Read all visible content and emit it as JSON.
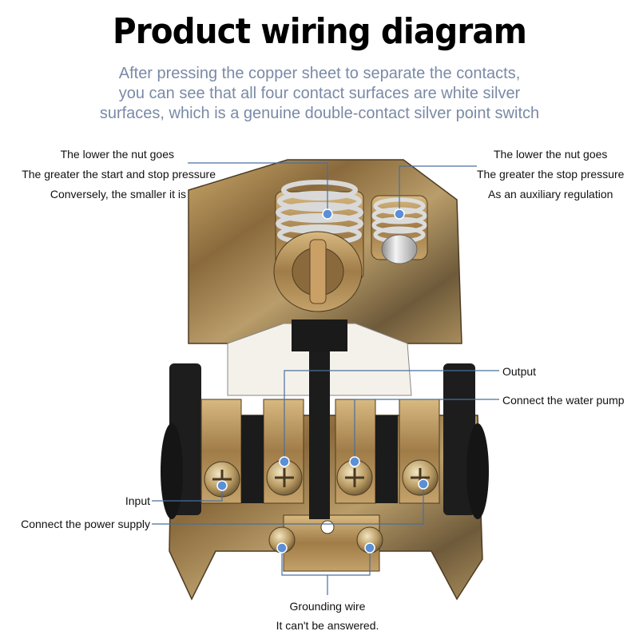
{
  "header": {
    "title": "Product wiring diagram",
    "subtitle_lines": [
      "After pressing the copper sheet to separate the contacts,",
      "you can see that all four contact surfaces are white silver",
      "surfaces, which is a genuine double-contact silver point switch"
    ]
  },
  "callouts": {
    "left_top": [
      "The lower the nut goes",
      "The greater the start and stop pressure",
      "Conversely, the smaller it is"
    ],
    "right_top": [
      "The lower the nut goes",
      "The greater the stop pressure",
      "As an auxiliary regulation"
    ],
    "output": "Output",
    "water_pump": "Connect the water pump",
    "input": "Input",
    "power_supply": "Connect the power supply",
    "grounding": [
      "Grounding wire",
      "It can't be answered."
    ]
  },
  "colors": {
    "marker": "#5b8fd6",
    "line": "#4a6f9c",
    "subtitle": "#7a8aa6"
  }
}
